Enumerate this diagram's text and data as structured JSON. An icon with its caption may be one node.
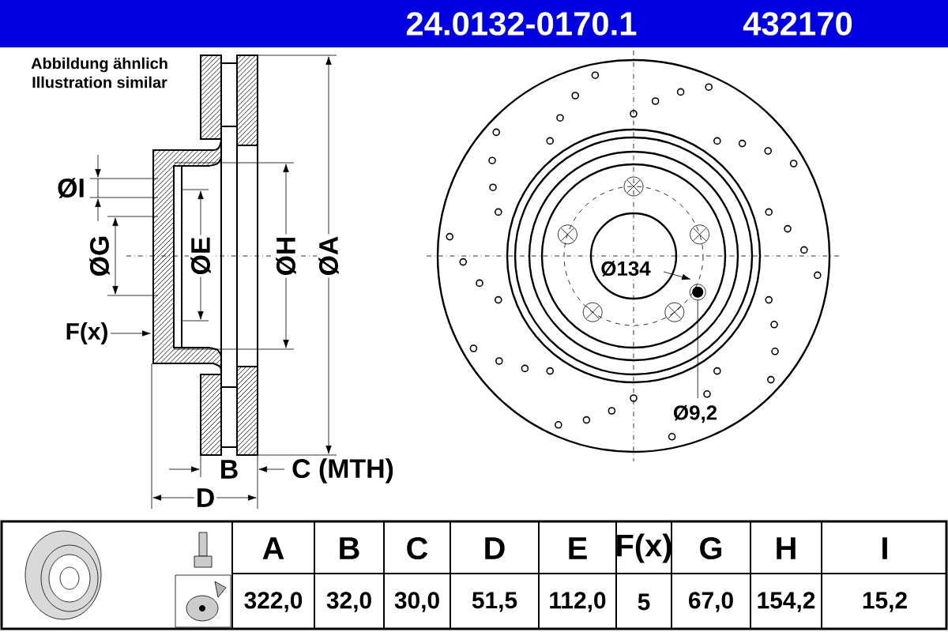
{
  "diagram": {
    "title": "24.0132-0170.1",
    "labels": [
      "432170",
      "Abbildung ähnlich",
      "Illustration similar",
      "ØI",
      "ØG",
      "F(x)",
      "ØE",
      "ØH",
      "ØA",
      "B",
      "C (MTH)",
      "D",
      "Ø134",
      "Ø9,2",
      "A",
      "B",
      "C",
      "D",
      "E",
      "F(x)",
      "G",
      "H",
      "I",
      "322,0",
      "32,0",
      "30,0",
      "51,5",
      "112,0",
      "5",
      "67,0",
      "154,2",
      "15,2"
    ]
  }
}
